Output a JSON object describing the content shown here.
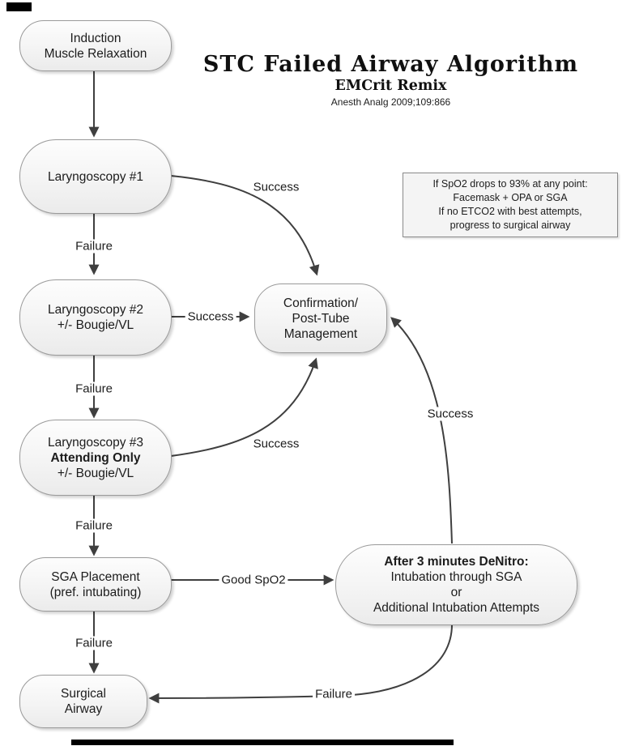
{
  "title": {
    "main": "STC Failed Airway Algorithm",
    "subtitle": "EMCrit Remix",
    "citation": "Anesth Analg 2009;109:866"
  },
  "note": {
    "lines": [
      "If SpO2 drops to 93% at any point:",
      "Facemask + OPA or SGA",
      "If no ETCO2 with best attempts,",
      "progress to surgical airway"
    ]
  },
  "nodes": {
    "induction": {
      "lines": [
        "Induction",
        "Muscle Relaxation"
      ]
    },
    "laryngoscopy1": {
      "lines": [
        "Laryngoscopy #1"
      ]
    },
    "laryngoscopy2": {
      "lines": [
        "Laryngoscopy #2",
        "+/- Bougie/VL"
      ]
    },
    "laryngoscopy3": {
      "lines": [
        "Laryngoscopy #3",
        "Attending Only",
        "+/- Bougie/VL"
      ]
    },
    "sga": {
      "lines": [
        "SGA Placement",
        "(pref. intubating)"
      ]
    },
    "surgical": {
      "lines": [
        "Surgical",
        "Airway"
      ]
    },
    "confirmation": {
      "lines": [
        "Confirmation/",
        "Post-Tube",
        "Management"
      ]
    },
    "denitro": {
      "lines": [
        "After 3 minutes DeNitro:",
        "Intubation through SGA",
        "or",
        "Additional Intubation Attempts"
      ]
    }
  },
  "edge_labels": {
    "l1_to_l2": "Failure",
    "l1_to_confirmation": "Success",
    "l2_to_confirmation": "Success",
    "l2_to_l3": "Failure",
    "l3_to_confirmation": "Success",
    "l3_to_sga": "Failure",
    "sga_to_denitro": "Good SpO2",
    "sga_to_surgical": "Failure",
    "denitro_to_confirmation": "Success",
    "denitro_to_surgical": "Failure"
  },
  "colors": {
    "arrow": "#3f3f3f",
    "node_border": "#9a9a9a",
    "node_fill": "#f4f4f4",
    "note_fill": "#f4f4f4"
  }
}
